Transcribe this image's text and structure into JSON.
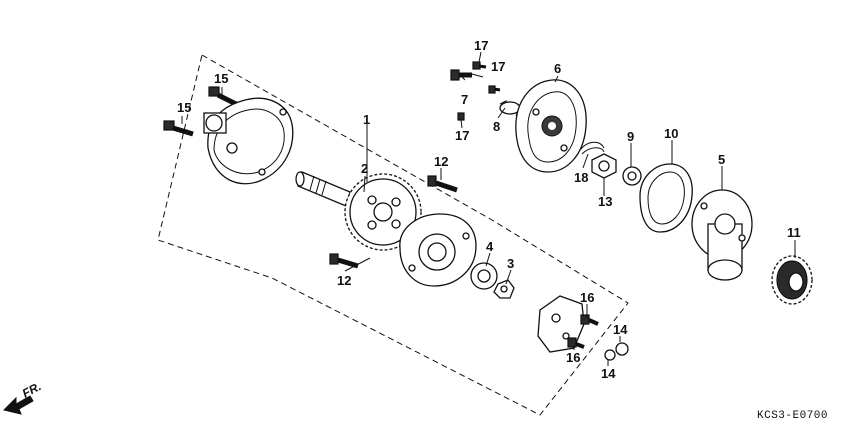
{
  "diagram_code": "KCS3-E0700",
  "direction_label": "FR.",
  "callouts": {
    "p1": "1",
    "p2": "2",
    "p3": "3",
    "p4": "4",
    "p5": "5",
    "p6": "6",
    "p7": "7",
    "p8": "8",
    "p9": "9",
    "p10": "10",
    "p11": "11",
    "p12_upper": "12",
    "p12_lower": "12",
    "p13": "13",
    "p14_upper": "14",
    "p14_lower": "14",
    "p15_upper": "15",
    "p15_lower": "15",
    "p16_upper": "16",
    "p16_lower": "16",
    "p17_top": "17",
    "p17_mid": "17",
    "p17_bottom": "17",
    "p18": "18"
  }
}
